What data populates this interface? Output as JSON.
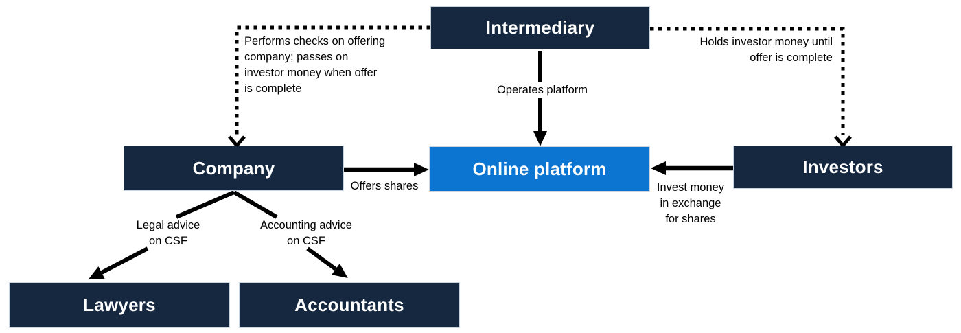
{
  "title": "Crowd-sourced funding structure diagram",
  "colors": {
    "navy": "#152840",
    "blue": "#0C75D1",
    "line": "#000000",
    "node_text": "#FFFFFF",
    "label_text": "#000000",
    "node_border": "#C9D5DE",
    "background": "#FFFFFF"
  },
  "nodes": {
    "intermediary": {
      "label": "Intermediary"
    },
    "company": {
      "label": "Company"
    },
    "online_platform": {
      "label": "Online platform"
    },
    "investors": {
      "label": "Investors"
    },
    "lawyers": {
      "label": "Lawyers"
    },
    "accountants": {
      "label": "Accountants"
    }
  },
  "edges": {
    "performs_checks": {
      "from": "Intermediary",
      "to": "Company",
      "style": "dotted",
      "label": "Performs checks on offering\ncompany; passes on\ninvestor money when offer\nis complete"
    },
    "operates": {
      "from": "Intermediary",
      "to": "Online platform",
      "style": "solid",
      "label": "Operates platform"
    },
    "holds_money": {
      "from": "Intermediary",
      "to": "Investors",
      "style": "dotted",
      "label": "Holds investor money until\noffer is complete"
    },
    "offers_shares": {
      "from": "Company",
      "to": "Online platform",
      "style": "solid",
      "label": "Offers shares"
    },
    "invest_money": {
      "from": "Investors",
      "to": "Online platform",
      "style": "solid",
      "label": "Invest money\nin exchange\nfor shares"
    },
    "legal_advice": {
      "from": "Company",
      "to": "Lawyers",
      "style": "solid",
      "label": "Legal advice\non CSF"
    },
    "accounting_advice": {
      "from": "Company",
      "to": "Accountants",
      "style": "solid",
      "label": "Accounting advice\non CSF"
    }
  }
}
